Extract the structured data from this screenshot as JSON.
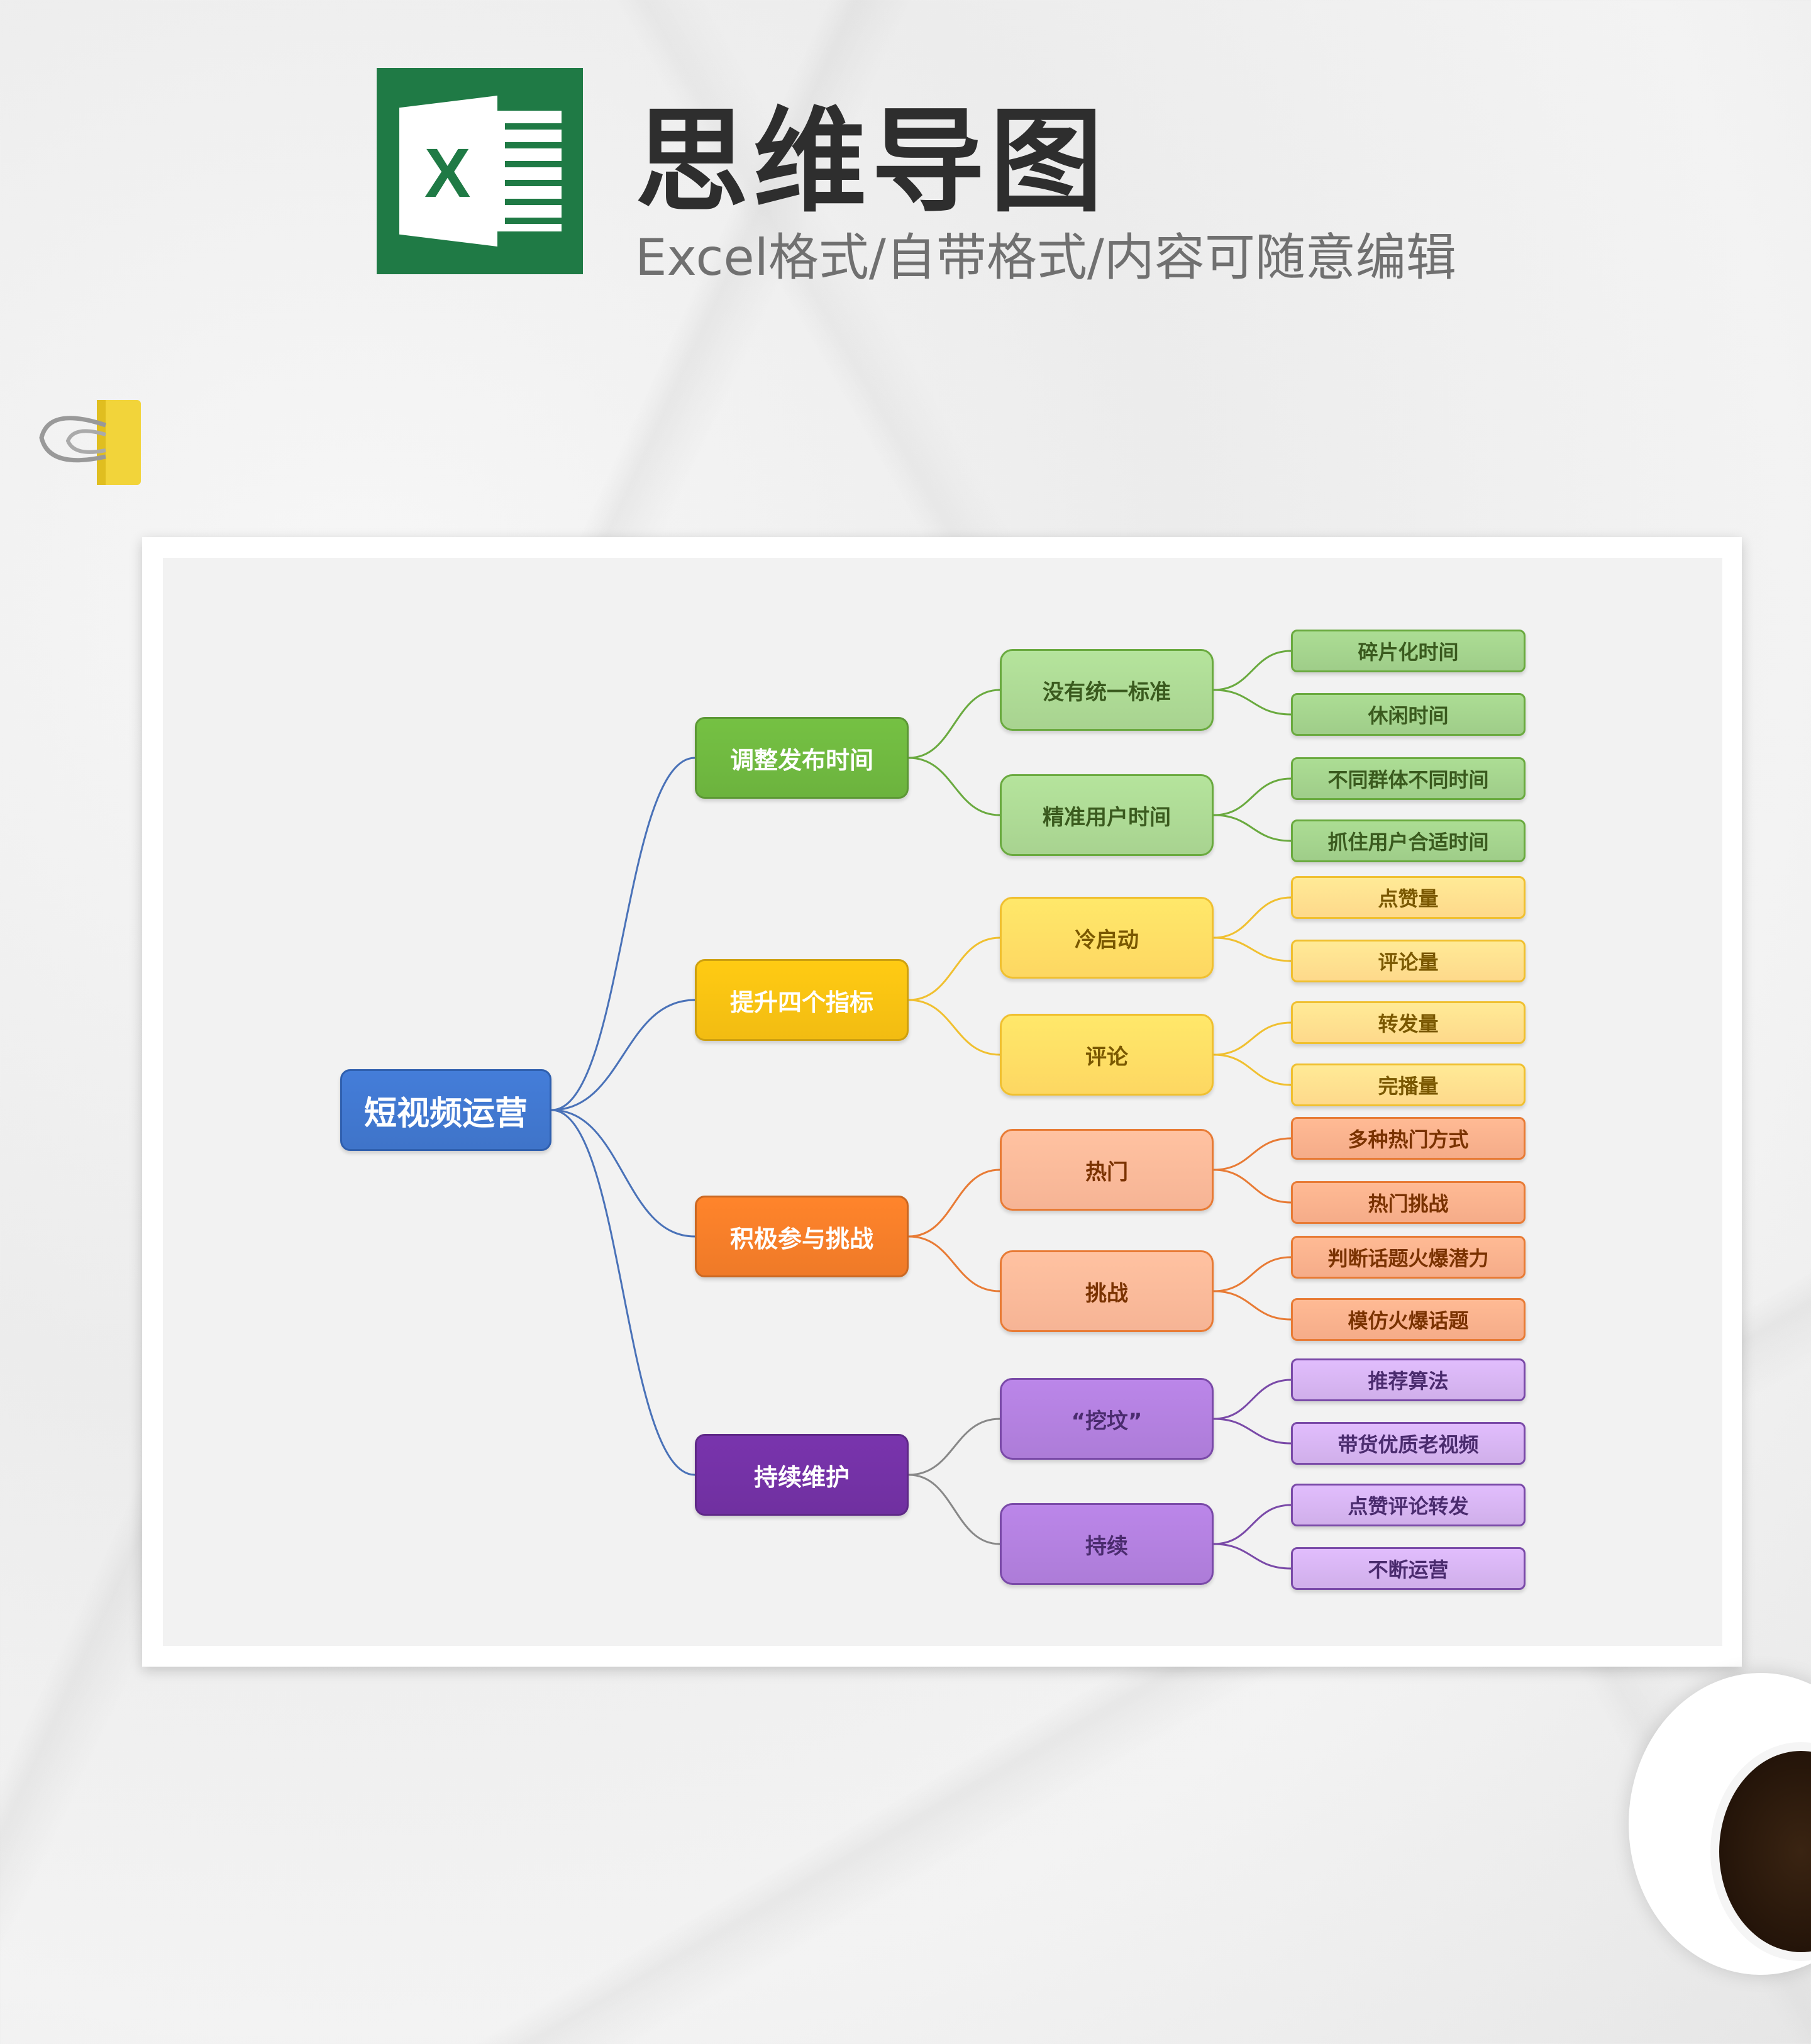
{
  "header": {
    "title": "思维导图",
    "subtitle": "Excel格式/自带格式/内容可随意编辑",
    "logo_letter": "X"
  },
  "colors": {
    "root": "#3f74c9",
    "green": {
      "l1": "#6cb33e",
      "l2": "#a8d390",
      "l3": "#9fcd89",
      "line": "#6aaa3f",
      "text": "#3a5a1e"
    },
    "yellow": {
      "l1": "#f2bc12",
      "l2": "#fdd762",
      "l3": "#fed98b",
      "line": "#f0c030",
      "text": "#7a5800"
    },
    "orange": {
      "l1": "#ef7a28",
      "l2": "#f6b495",
      "l3": "#f5ac89",
      "line": "#e87b35",
      "text": "#7a3200"
    },
    "purple": {
      "l1": "#7030a0",
      "l2": "#ad7cd8",
      "l3": "#d0afea",
      "line": "#7a4aa8",
      "text": "#4a2b6e"
    }
  },
  "mindmap": {
    "root": "短视频运营",
    "branches": [
      {
        "label": "调整发布时间",
        "color": "green",
        "children": [
          {
            "label": "没有统一标准",
            "children": [
              "碎片化时间",
              "休闲时间"
            ]
          },
          {
            "label": "精准用户时间",
            "children": [
              "不同群体不同时间",
              "抓住用户合适时间"
            ]
          }
        ]
      },
      {
        "label": "提升四个指标",
        "color": "yellow",
        "children": [
          {
            "label": "冷启动",
            "children": [
              "点赞量",
              "评论量"
            ]
          },
          {
            "label": "评论",
            "children": [
              "转发量",
              "完播量"
            ]
          }
        ]
      },
      {
        "label": "积极参与挑战",
        "color": "orange",
        "children": [
          {
            "label": "热门",
            "children": [
              "多种热门方式",
              "热门挑战"
            ]
          },
          {
            "label": "挑战",
            "children": [
              "判断话题火爆潜力",
              "模仿火爆话题"
            ]
          }
        ]
      },
      {
        "label": "持续维护",
        "color": "purple",
        "children": [
          {
            "label": "“挖坟”",
            "children": [
              "推荐算法",
              "带货优质老视频"
            ]
          },
          {
            "label": "持续",
            "children": [
              "点赞评论转发",
              "不断运营"
            ]
          }
        ]
      }
    ]
  }
}
